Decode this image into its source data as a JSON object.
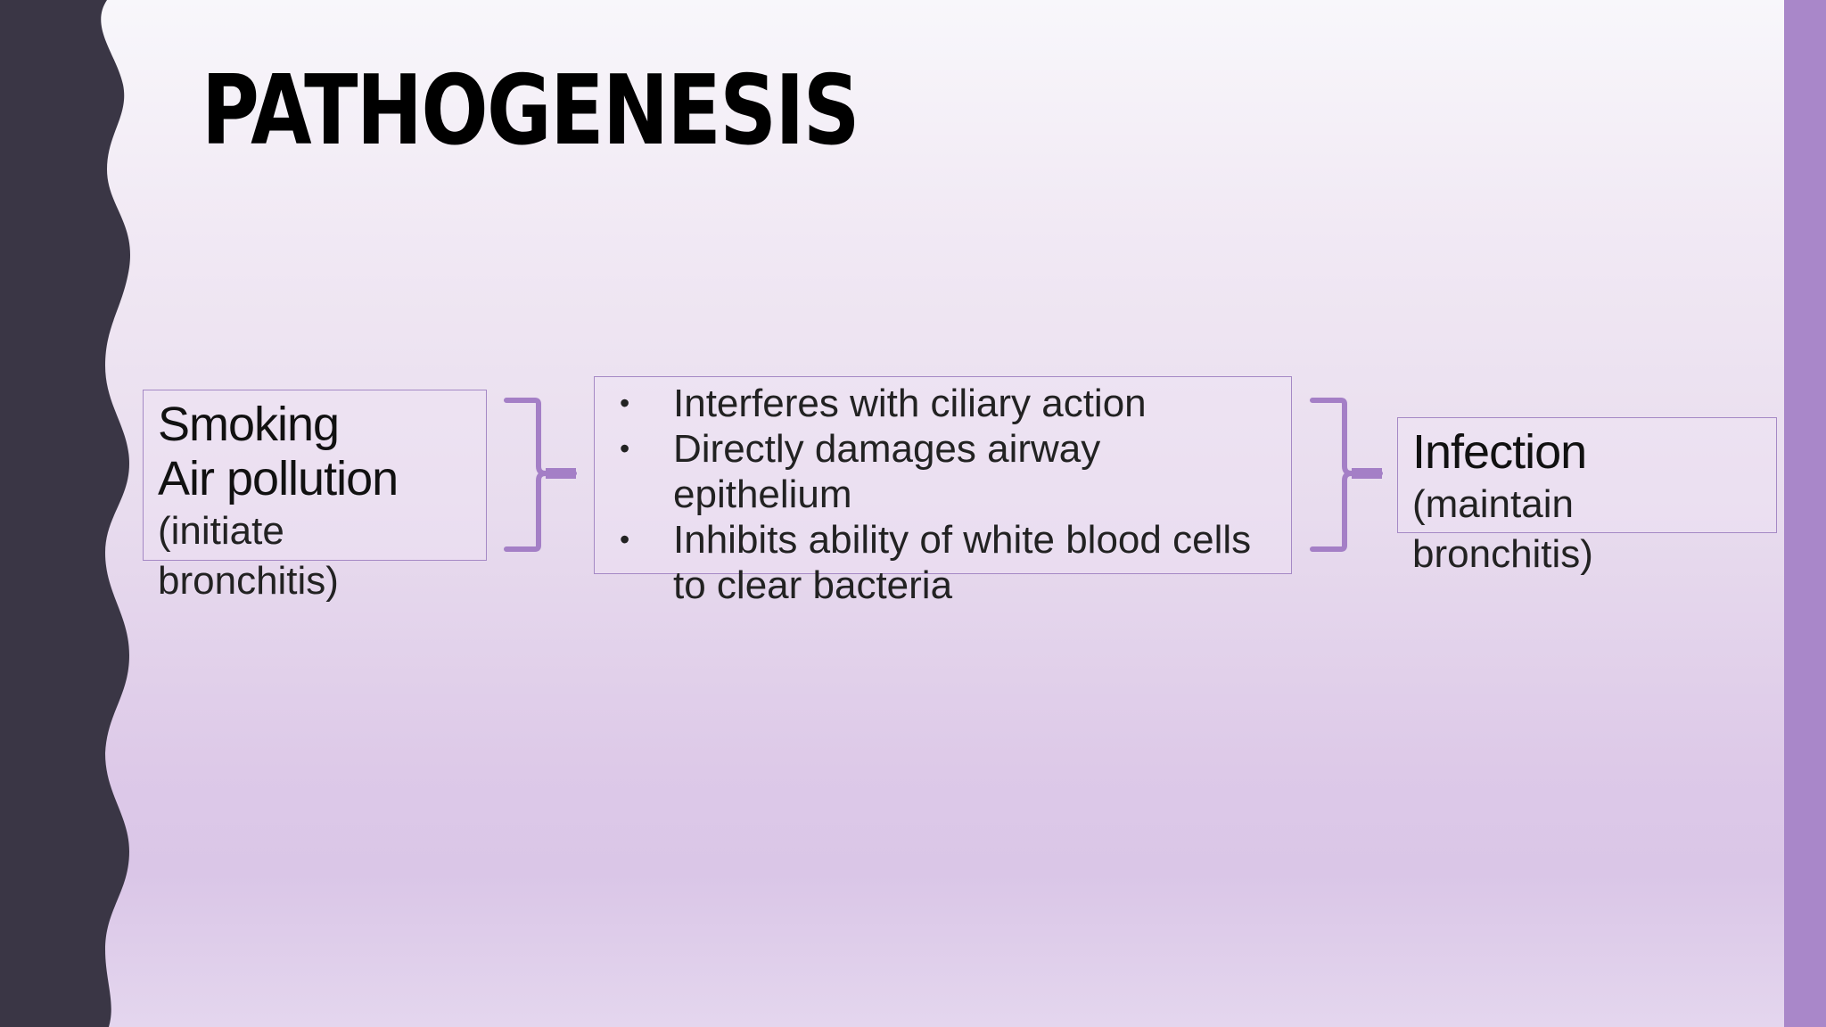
{
  "slide": {
    "title": "PATHOGENESIS",
    "causes": {
      "items": [
        "Smoking",
        "Air pollution"
      ],
      "note": "(initiate bronchitis)"
    },
    "effects": [
      {
        "text": "Interferes with ciliary action"
      },
      {
        "text": "Directly damages airway epithelium"
      },
      {
        "text": "Inhibits ability of white blood cells"
      },
      {
        "text": "to clear bacteria",
        "continuation": true
      }
    ],
    "result": {
      "label": "Infection",
      "note": "(maintain bronchitis)"
    },
    "colors": {
      "accent": "#a987c9",
      "dark_bar": "#3a3645",
      "bracket": "#a47fc6"
    },
    "bullet": "•"
  }
}
